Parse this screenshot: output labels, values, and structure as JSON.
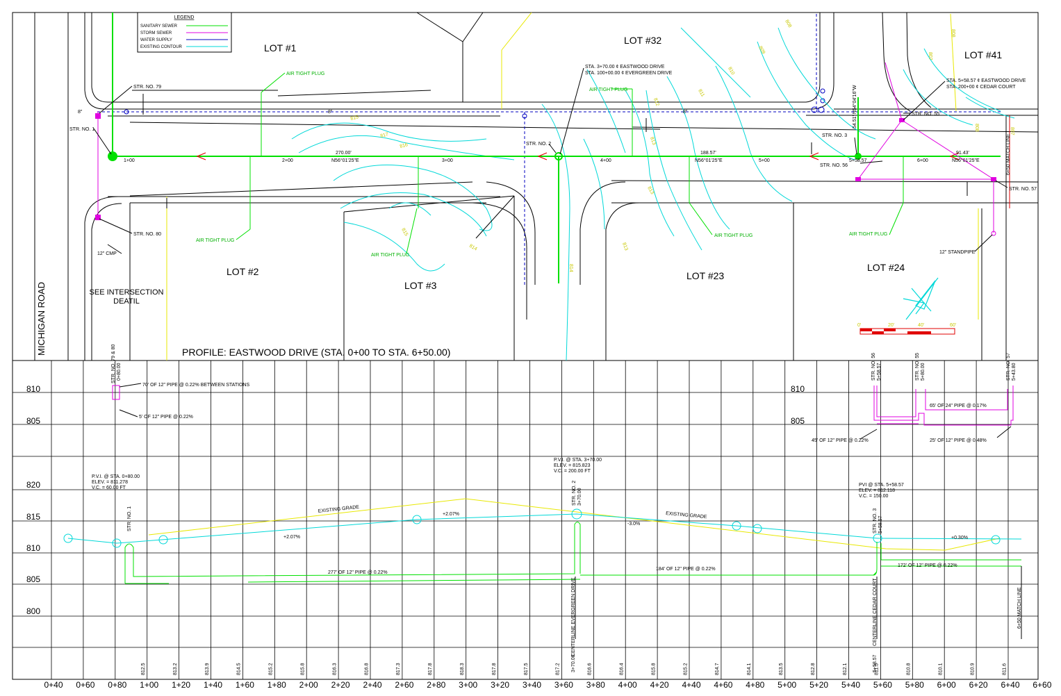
{
  "colors": {
    "sanitary": "#00e000",
    "storm": "#e000e0",
    "water": "#0000c0",
    "contour": "#00d8d8",
    "grade": "#e8e800",
    "outline": "#000000",
    "red": "#e00000"
  },
  "legend": {
    "title": "LEGEND",
    "items": [
      {
        "label": "SANITARY SEWER",
        "color": "#00e000"
      },
      {
        "label": "STORM SEWER",
        "color": "#e000e0"
      },
      {
        "label": "WATER SUPPLY",
        "color": "#0000c0"
      },
      {
        "label": "EXISTING CONTOUR",
        "color": "#00d8d8"
      }
    ]
  },
  "lots": [
    "LOT #1",
    "LOT #32",
    "LOT #41",
    "LOT #2",
    "LOT #3",
    "LOT #23",
    "LOT #24"
  ],
  "road_name": "MICHIGAN ROAD",
  "intersection_note": [
    "SEE INTERSECTION",
    "DEATIL"
  ],
  "plan_labels": {
    "str79": "STR. NO. 79",
    "str1": "STR. NO. 1",
    "str80": "STR. NO. 80",
    "cmp": "12\" CMP",
    "str2": "STR. NO. 2",
    "str3": "STR. NO. 3",
    "str55": "STR. NO. 55",
    "str56": "STR. NO. 56",
    "str57": "STR. NO. 57",
    "standpipe": "12\" STANDPIPE",
    "sta1": "STA. 3+70.00  ¢ EASTWOOD DRIVE",
    "sta2": "STA. 100+00.00  ¢ EVERGREEN DRIVE",
    "sta3": "STA. 5+58.57  ¢ EASTWOOD DRIVE",
    "sta4": "STA. 200+00  ¢ CEDAR COURT",
    "plug": "AIR TIGHT PLUG",
    "water8": "8\"",
    "sta_1": "1+00",
    "sta_2": "2+00",
    "sta_3": "3+00",
    "sta_4": "4+00",
    "sta_5": "5+00",
    "sta_6": "6+00",
    "sta_558": "5+58.57",
    "sta_650": "6+50 MATCH LINE",
    "len1": "270.00'",
    "brg1": "N56°01'25\"E",
    "len2": "188.57'",
    "brg2": "N56°01'25\"E",
    "len3": "91.43'",
    "brg3": "N56°01'25\"E",
    "cedar": "54.51' N54°04'16\"W",
    "contours": [
      "815",
      "814",
      "813",
      "812",
      "811",
      "810",
      "809",
      "808",
      "807",
      "816",
      "817"
    ],
    "scale": [
      "0'",
      "20'",
      "40'",
      "60'"
    ]
  },
  "profile_title": "PROFILE:  EASTWOOD DRIVE (STA. 0+00 TO STA. 6+50.00)",
  "profile": {
    "elev_labels_left": [
      "810",
      "805",
      "820",
      "815",
      "810",
      "805",
      "800"
    ],
    "elev_labels_right": [
      "810",
      "805"
    ],
    "stations": [
      "0+40",
      "0+60",
      "0+80",
      "1+00",
      "1+20",
      "1+40",
      "1+60",
      "1+80",
      "2+00",
      "2+20",
      "2+40",
      "2+60",
      "2+80",
      "3+00",
      "3+20",
      "3+40",
      "3+60",
      "3+80",
      "4+00",
      "4+20",
      "4+40",
      "4+60",
      "4+80",
      "5+00",
      "5+20",
      "5+40",
      "5+60",
      "5+80",
      "6+00",
      "6+20",
      "6+40",
      "6+60"
    ],
    "ground_elevs": [
      "812.5",
      "813.2",
      "813.9",
      "814.5",
      "815.2",
      "815.8",
      "816.3",
      "816.8",
      "817.3",
      "817.8",
      "818.3",
      "817.8",
      "817.5",
      "817.2",
      "816.6",
      "816.4",
      "815.8",
      "815.2",
      "814.7",
      "814.1",
      "813.5",
      "812.8",
      "812.1",
      "811.5",
      "810.8",
      "810.1",
      "810.9",
      "811.6"
    ],
    "str79_label": "STR. NO. 79 & 80",
    "str79_sta": "0+80.00",
    "pipe_note1": "70' OF 12\" PIPE @ 0.22% BETWEEN STATIONS",
    "pipe_note2": "5' OF 12\" PIPE @ 0.22%",
    "str56_label": "STR. NO. 56",
    "str56_sta": "5+58.57",
    "str55_label": "STR. NO. 55",
    "str55_sta": "5+80.00",
    "str57_label": "STR. NO. 57",
    "str57_sta": "5+43.80",
    "pipe_note3": "65' OF 24\" PIPE @ 0.17%",
    "pipe_note4": "45' OF 12\" PIPE @ 0.22%",
    "pipe_note5": "25' OF 12\" PIPE @ 0.48%",
    "pvi1": [
      "P.V.I. @ STA. 0+80.00",
      "ELEV. = 811.278",
      "V.C. = 60.00 FT"
    ],
    "pvi2": [
      "P.V.I. @ STA. 3+70.00",
      "ELEV. = 815.823",
      "V.C. = 200.00 FT"
    ],
    "pvi3": [
      "PVI @ STA. 5+58.57",
      "ELEV. = 812.118",
      "V.C. = 150.00"
    ],
    "str1_label": "STR. NO. 1",
    "str2_label": "STR. NO. 2",
    "str2_sta": "3+70.00",
    "str3_label": "STR. NO. 3",
    "str3_sta": "5+58.57",
    "existing_grade": "EXISTING GRADE",
    "grade1": "+2.07%",
    "grade2": "+2.07%",
    "grade3": "-3.0%",
    "grade4": "+0.30%",
    "pipe_a": "277' OF 12\" PIPE @ 0.22%",
    "pipe_b": "184' OF 12\" PIPE @ 0.22%",
    "pipe_c": "172' OF 12\" PIPE @ 0.22%",
    "cl_evergreen": "CENTERLINE EVERGREEN DRIVE",
    "cl_evergreen_sta": "3+70.00",
    "cl_cedar": "CENTERLINE CEDAR COURT",
    "cl_cedar_sta": "5+58.57",
    "match_line": "6+50 MATCH LINE"
  }
}
